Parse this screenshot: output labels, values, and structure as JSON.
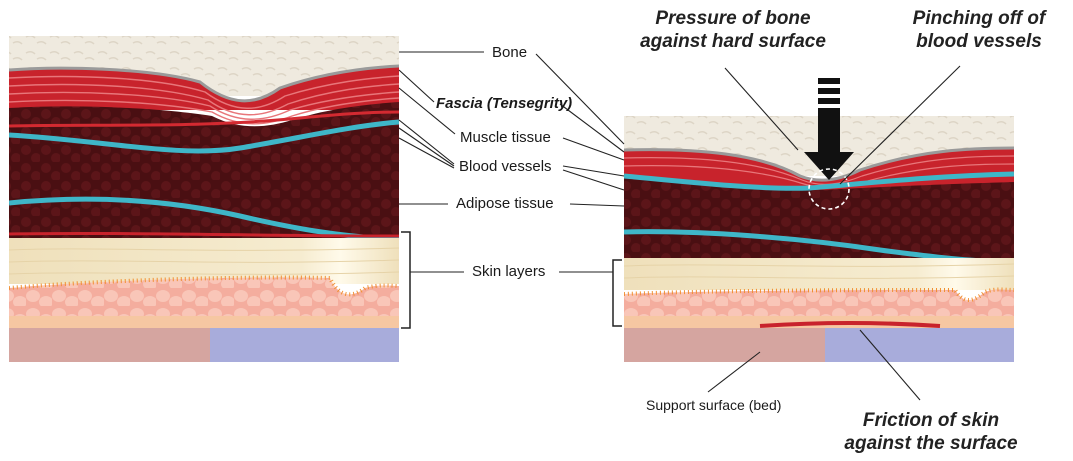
{
  "labels": {
    "bone": "Bone",
    "fascia": "Fascia (Tensegrity)",
    "muscle": "Muscle tissue",
    "blood_vessels": "Blood vessels",
    "adipose": "Adipose tissue",
    "skin": "Skin layers",
    "support": "Support surface (bed)"
  },
  "callouts": {
    "pressure": "Pressure of bone\nagainst hard surface",
    "pinching": "Pinching off of\nblood vessels",
    "friction": "Friction of skin\nagainst the surface"
  },
  "colors": {
    "bone": "#efeadf",
    "bone_edge": "#a7a7a7",
    "muscle": "#c8232c",
    "fascia": "#e86a6e",
    "adipose": "#4a0f12",
    "vessel_blue": "#3fb6c8",
    "dermis": "#f1e3c0",
    "epidermis": "#f7b7a4",
    "orange": "#f19032",
    "support_left": "#d5a5a0",
    "support_right": "#a8acdb"
  }
}
